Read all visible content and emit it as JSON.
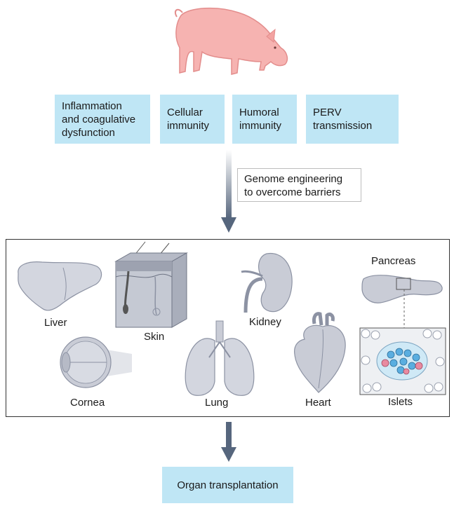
{
  "barriers": [
    {
      "line1": "Inflammation",
      "line2": "and coagulative",
      "line3": "dysfunction"
    },
    {
      "line1": "Cellular",
      "line2": "immunity"
    },
    {
      "line1": "Humoral",
      "line2": "immunity"
    },
    {
      "line1": "PERV",
      "line2": "transmission"
    }
  ],
  "note": {
    "line1": "Genome engineering",
    "line2": "to overcome barriers"
  },
  "organs": {
    "liver": "Liver",
    "skin": "Skin",
    "kidney": "Kidney",
    "pancreas": "Pancreas",
    "cornea": "Cornea",
    "lung": "Lung",
    "heart": "Heart",
    "islets": "Islets"
  },
  "result": "Organ transplantation",
  "colors": {
    "box_fill": "#bfe6f5",
    "arrow": "#56667d",
    "organ_gray": "#c9ccd6",
    "pig_pink": "#f6b3b1"
  }
}
